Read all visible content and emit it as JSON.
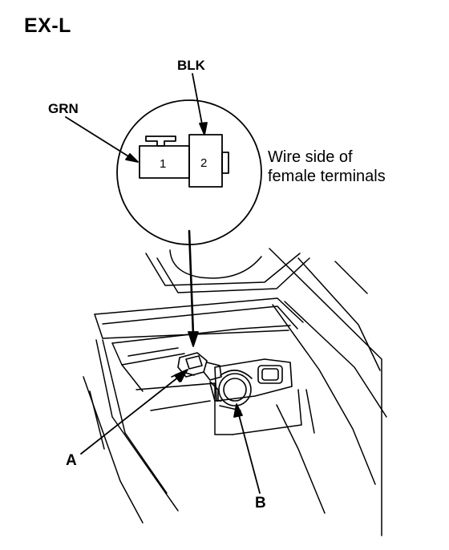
{
  "title": "EX-L",
  "callout": {
    "wire_color_top": "BLK",
    "wire_color_left": "GRN",
    "note_line1": "Wire side of",
    "note_line2": "female terminals",
    "pin_1": "1",
    "pin_2": "2"
  },
  "labels": {
    "a": "A",
    "b": "B"
  }
}
